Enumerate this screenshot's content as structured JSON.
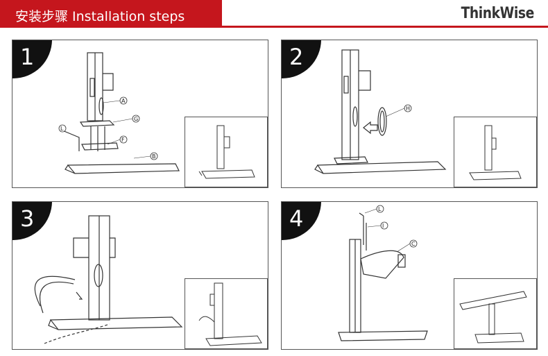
{
  "header": {
    "title": "安装步骤  Installation steps",
    "brand": "ThinkWise",
    "accent_color": "#c5161d"
  },
  "steps": [
    {
      "number": "1",
      "callouts": [
        "A",
        "G",
        "L",
        "F",
        "B"
      ]
    },
    {
      "number": "2",
      "callouts": [
        "H"
      ]
    },
    {
      "number": "3",
      "callouts": []
    },
    {
      "number": "4",
      "callouts": [
        "L",
        "I",
        "C"
      ]
    }
  ]
}
